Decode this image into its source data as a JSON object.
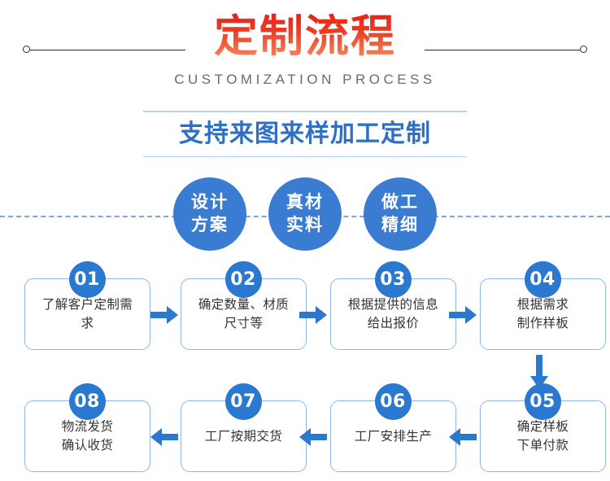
{
  "header": {
    "title": "定制流程",
    "subtitle": "CUSTOMIZATION PROCESS",
    "line_left_name": "decorative-line-left",
    "line_right_name": "decorative-line-right"
  },
  "banner": {
    "text": "支持来图来样加工定制"
  },
  "features": [
    {
      "line1": "设计",
      "line2": "方案"
    },
    {
      "line1": "真材",
      "line2": "实料"
    },
    {
      "line1": "做工",
      "line2": "精细"
    }
  ],
  "flow": {
    "row1": [
      {
        "number": "01",
        "line1": "了解客户定制需",
        "line2": "求"
      },
      {
        "number": "02",
        "line1": "确定数量、材质",
        "line2": "尺寸等"
      },
      {
        "number": "03",
        "line1": "根据提供的信息",
        "line2": "给出报价"
      },
      {
        "number": "04",
        "line1": "根据需求",
        "line2": "制作样板"
      }
    ],
    "row2": [
      {
        "number": "08",
        "line1": "物流发货",
        "line2": "确认收货"
      },
      {
        "number": "07",
        "line1": "工厂按期交货",
        "line2": ""
      },
      {
        "number": "06",
        "line1": "工厂安排生产",
        "line2": ""
      },
      {
        "number": "05",
        "line1": "确定样板",
        "line2": "下单付款"
      }
    ]
  },
  "colors": {
    "title_gradient_top": "#e32219",
    "title_gradient_bottom": "#f8866a",
    "brand_blue": "#2f6fc4",
    "circle_blue": "#3b7cd3",
    "badge_blue": "#2a78cf",
    "box_border": "#8cb7e8",
    "arrow_blue": "#2a78cf",
    "dash_line": "#7aa9e0",
    "banner_rule": "#b9d3ef",
    "subtitle_gray": "#6b6b6b",
    "body_text": "#333333"
  }
}
